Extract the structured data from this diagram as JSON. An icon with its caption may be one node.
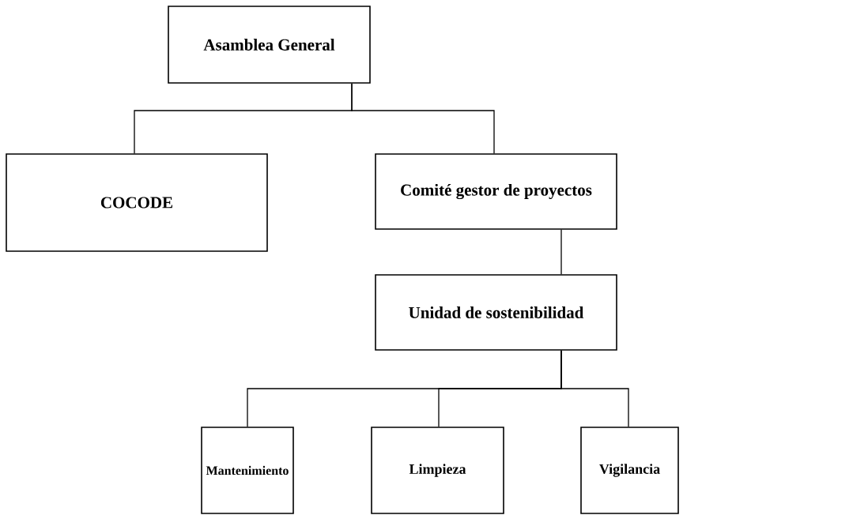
{
  "diagram": {
    "nodes": [
      {
        "text": [
          "Asamblea General"
        ]
      },
      {
        "text": [
          "COCODE"
        ]
      },
      {
        "text": [
          "Comité gestor de proyectos"
        ]
      },
      {
        "text": [
          "Unidad de sostenibilidad"
        ]
      },
      {
        "text": [
          "Mantenimiento"
        ]
      },
      {
        "text": [
          "Limpieza"
        ]
      },
      {
        "text": [
          "Vigilancia"
        ]
      }
    ],
    "edges": [
      {
        "from": 0,
        "to": 1,
        "arrow": "none"
      },
      {
        "from": 0,
        "to": 2,
        "arrow": "none"
      },
      {
        "from": 2,
        "to": 3,
        "arrow": "none"
      },
      {
        "from": 3,
        "to": 4,
        "arrow": "none"
      },
      {
        "from": 3,
        "to": 5,
        "arrow": "none"
      },
      {
        "from": 3,
        "to": 6,
        "arrow": "none"
      }
    ]
  }
}
